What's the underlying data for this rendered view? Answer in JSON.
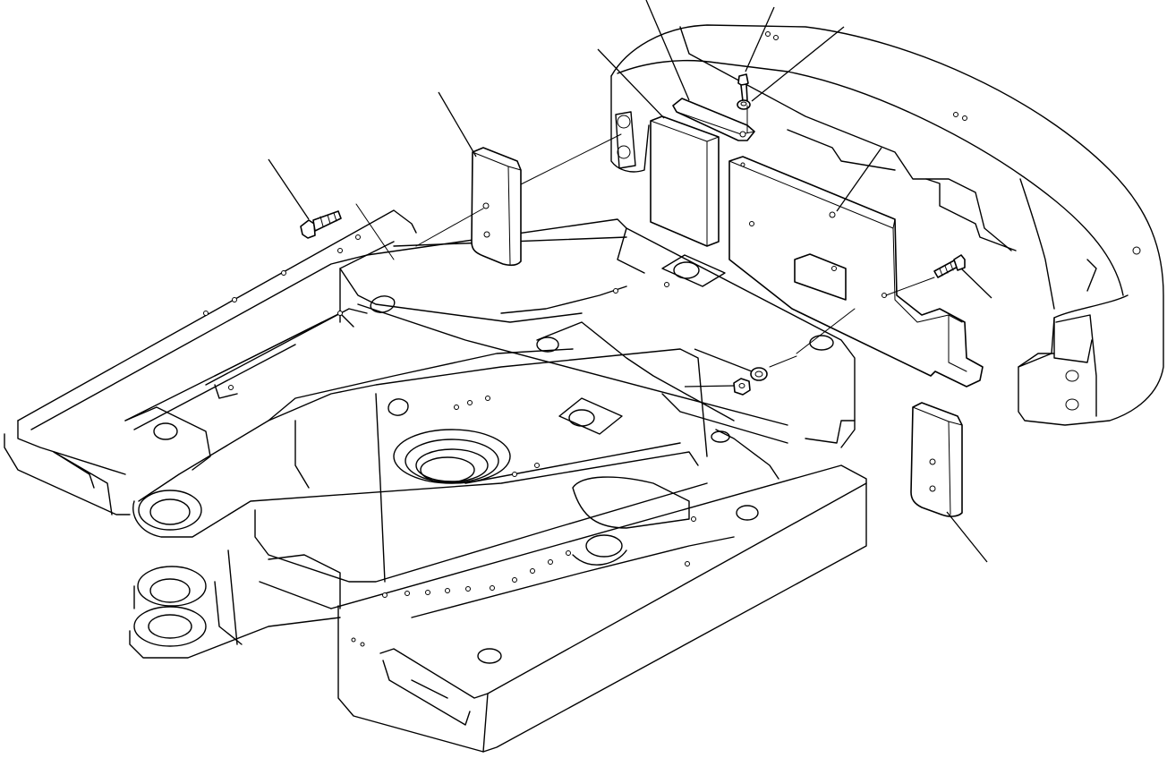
{
  "diagram": {
    "type": "exploded-parts-view",
    "callouts": [
      {
        "id": "c1",
        "label": ""
      },
      {
        "id": "c2",
        "label": ""
      },
      {
        "id": "c3",
        "label": ""
      },
      {
        "id": "c4",
        "label": ""
      },
      {
        "id": "c5",
        "label": ""
      },
      {
        "id": "c6",
        "label": ""
      },
      {
        "id": "c7",
        "label": ""
      },
      {
        "id": "c8",
        "label": ""
      },
      {
        "id": "c9",
        "label": ""
      },
      {
        "id": "c10",
        "label": ""
      },
      {
        "id": "c11",
        "label": ""
      }
    ]
  }
}
